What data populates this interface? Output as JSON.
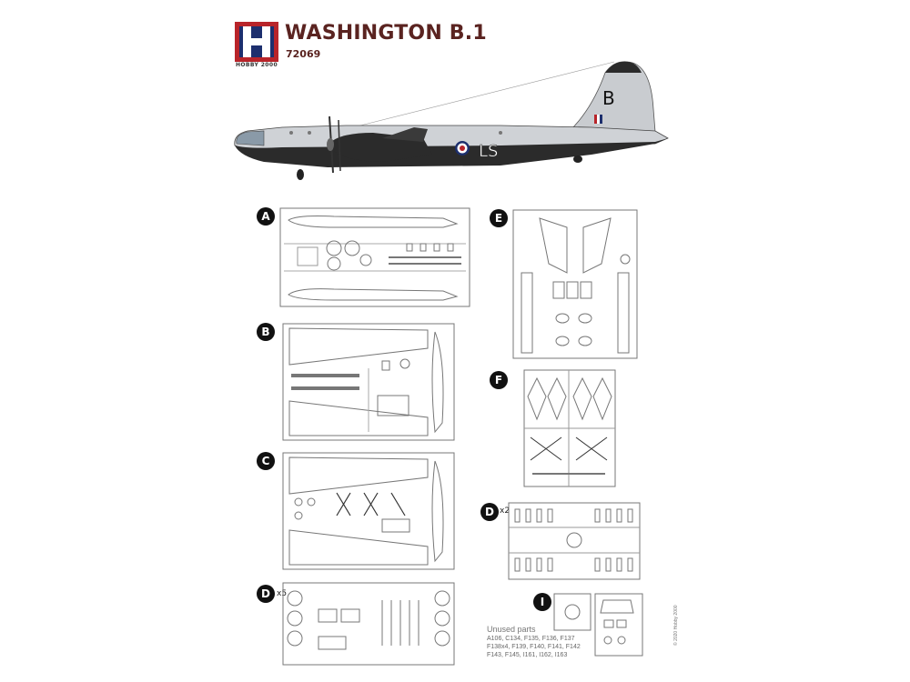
{
  "header": {
    "brand": "HOBBY 2000",
    "title": "WASHINGTON B.1",
    "code": "72069"
  },
  "aircraft": {
    "tail_letter": "B",
    "fuselage_code": "LS"
  },
  "sprues": [
    {
      "letter": "A",
      "multiplier": ""
    },
    {
      "letter": "B",
      "multiplier": ""
    },
    {
      "letter": "C",
      "multiplier": ""
    },
    {
      "letter": "D",
      "multiplier": "x5"
    },
    {
      "letter": "E",
      "multiplier": ""
    },
    {
      "letter": "F",
      "multiplier": ""
    },
    {
      "letter": "D",
      "multiplier": "x2"
    },
    {
      "letter": "I",
      "multiplier": ""
    }
  ],
  "unused_parts": {
    "heading": "Unused parts",
    "lines": [
      "A106, C134, F135, F136, F137",
      "F138x4, F139, F140, F141, F142",
      "F143, F145, I161, I162, I163"
    ]
  },
  "copyright": "© 2020 Hobby 2000",
  "colors": {
    "title": "#5a2320",
    "logo_red": "#b8242a",
    "logo_blue": "#1d2f6e",
    "aircraft_silver": "#c9ccd0",
    "aircraft_dark": "#2b2b2b"
  }
}
